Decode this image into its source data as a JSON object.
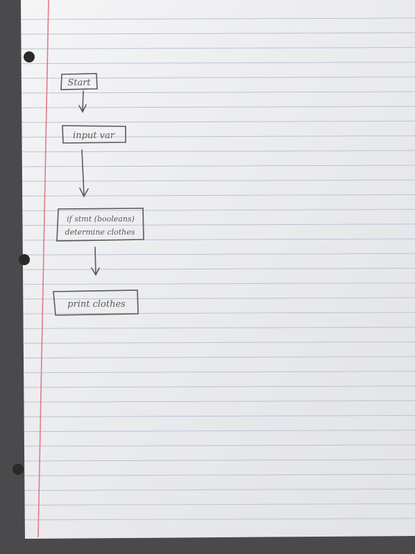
{
  "colors": {
    "background": "#4a4a4c",
    "paper": "#f2f2f4",
    "rule_line": "#b8c3d4",
    "margin_line": "#e07a8a",
    "pencil": "#5a5a5a",
    "hole": "#2a2a2a"
  },
  "flowchart": {
    "nodes": [
      {
        "id": "start",
        "label": "Start"
      },
      {
        "id": "input",
        "label": "input var"
      },
      {
        "id": "decide",
        "label": "if stmt (booleans)",
        "label2": "determine clothes"
      },
      {
        "id": "print",
        "label": "print clothes"
      }
    ],
    "edges": [
      {
        "from": "start",
        "to": "input"
      },
      {
        "from": "input",
        "to": "decide"
      },
      {
        "from": "decide",
        "to": "print"
      }
    ]
  }
}
